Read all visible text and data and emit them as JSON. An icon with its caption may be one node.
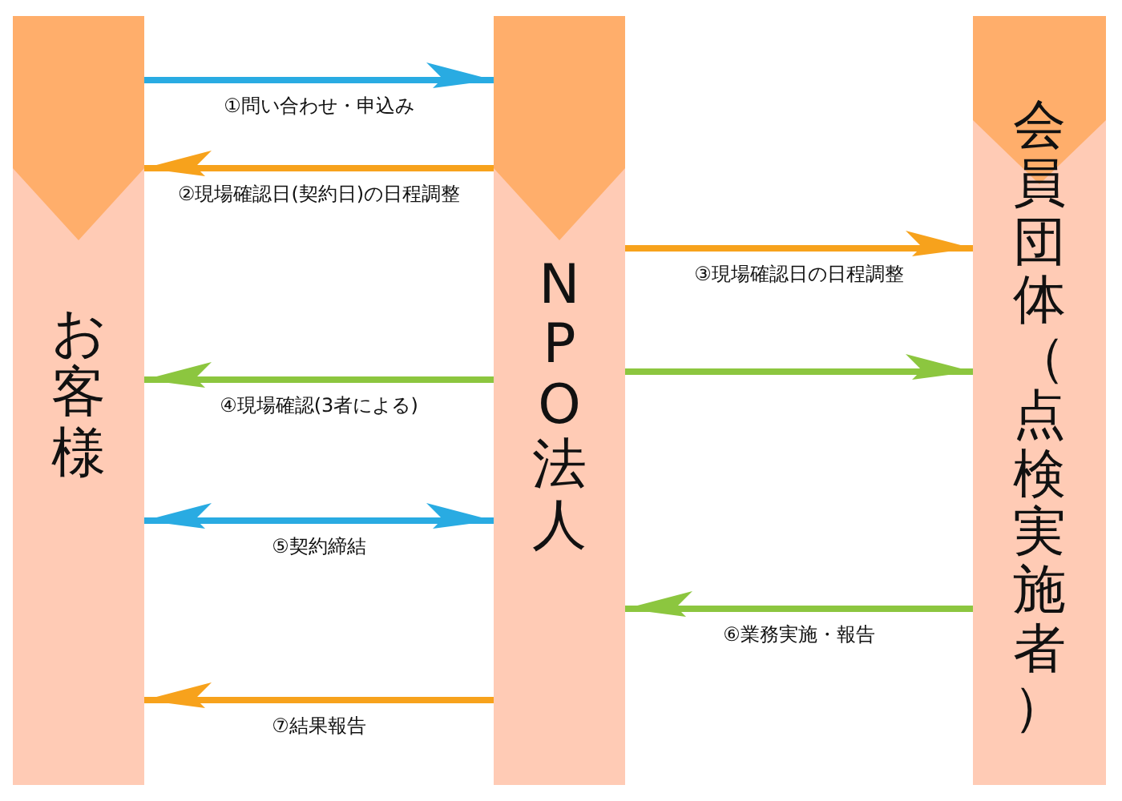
{
  "diagram": {
    "nodes": [
      {
        "text": [
          "お客様"
        ]
      },
      {
        "text": [
          "NPO法人"
        ]
      },
      {
        "text": [
          "会員団体（点検実施者）"
        ]
      }
    ],
    "edges": [
      {
        "from": 0,
        "to": 1,
        "arrow": "to",
        "label": "①問い合わせ・申込み",
        "color": "#29abe2"
      },
      {
        "from": 1,
        "to": 0,
        "arrow": "to",
        "label": "②現場確認日(契約日)の日程調整",
        "color": "#f7a21c"
      },
      {
        "from": 1,
        "to": 2,
        "arrow": "to",
        "label": "③現場確認日の日程調整",
        "color": "#f7a21c"
      },
      {
        "from": 1,
        "to": 0,
        "arrow": "to",
        "label": "④現場確認(3者による)",
        "color": "#8cc63f"
      },
      {
        "from": 1,
        "to": 2,
        "arrow": "to",
        "color": "#8cc63f"
      },
      {
        "from": 0,
        "to": 1,
        "arrow": "both",
        "label": "⑤契約締結",
        "color": "#29abe2"
      },
      {
        "from": 2,
        "to": 1,
        "arrow": "to",
        "label": "⑥業務実施・報告",
        "color": "#8cc63f"
      },
      {
        "from": 1,
        "to": 0,
        "arrow": "to",
        "label": "⑦結果報告",
        "color": "#f7a21c"
      }
    ]
  }
}
